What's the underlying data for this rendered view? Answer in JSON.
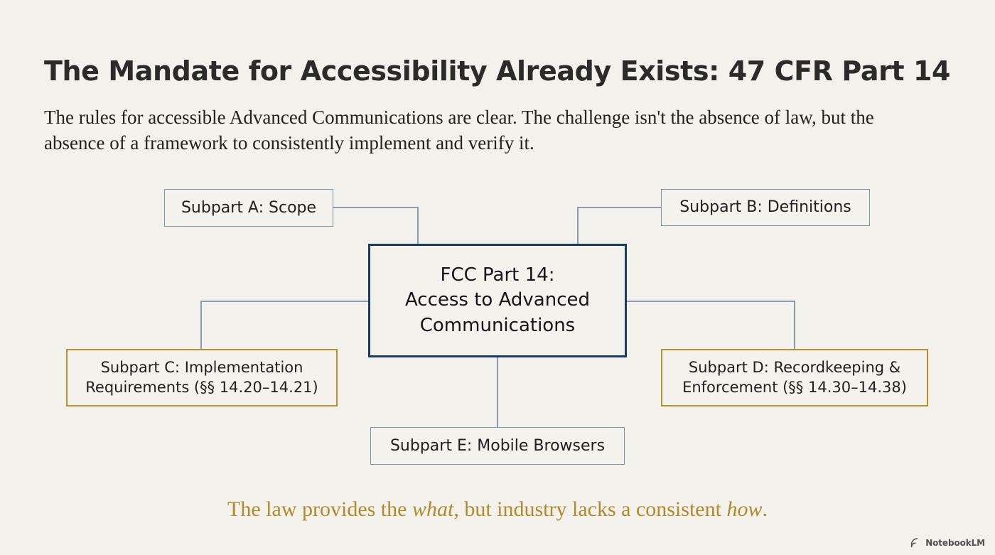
{
  "slide": {
    "background_color": "#f3f1ec",
    "title": "The Mandate for Accessibility Already Exists: 47 CFR Part 14",
    "subtitle": "The rules for accessible Advanced Communications are clear. The challenge isn't the absence of law, but the absence of a framework to consistently implement and verify it."
  },
  "diagram": {
    "type": "hub-and-spoke",
    "center": {
      "line1": "FCC Part 14:",
      "line2": "Access to Advanced",
      "line3": "Communications",
      "border_color": "#1b3c60"
    },
    "nodes": [
      {
        "id": "a",
        "label": "Subpart A: Scope",
        "border_color": "#7f93a8",
        "position": "top-left"
      },
      {
        "id": "b",
        "label": "Subpart B: Definitions",
        "border_color": "#7f93a8",
        "position": "top-right"
      },
      {
        "id": "c",
        "line1": "Subpart C: Implementation",
        "line2": "Requirements (§§ 14.20–14.21)",
        "border_color": "#b4902f",
        "position": "mid-left"
      },
      {
        "id": "d",
        "line1": "Subpart D: Recordkeeping &",
        "line2": "Enforcement (§§ 14.30–14.38)",
        "border_color": "#b4902f",
        "position": "mid-right"
      },
      {
        "id": "e",
        "label": "Subpart E: Mobile Browsers",
        "border_color": "#7f93a8",
        "position": "bottom-center"
      }
    ],
    "connector_color": "#7f93a8"
  },
  "caption": {
    "part1": "The law provides the ",
    "emphasis1": "what",
    "part2": ", but industry lacks a consistent ",
    "emphasis2": "how",
    "part3": ".",
    "color": "#b18a2b"
  },
  "watermark": {
    "label": "NotebookLM",
    "icon": "notebooklm-arc-icon"
  }
}
